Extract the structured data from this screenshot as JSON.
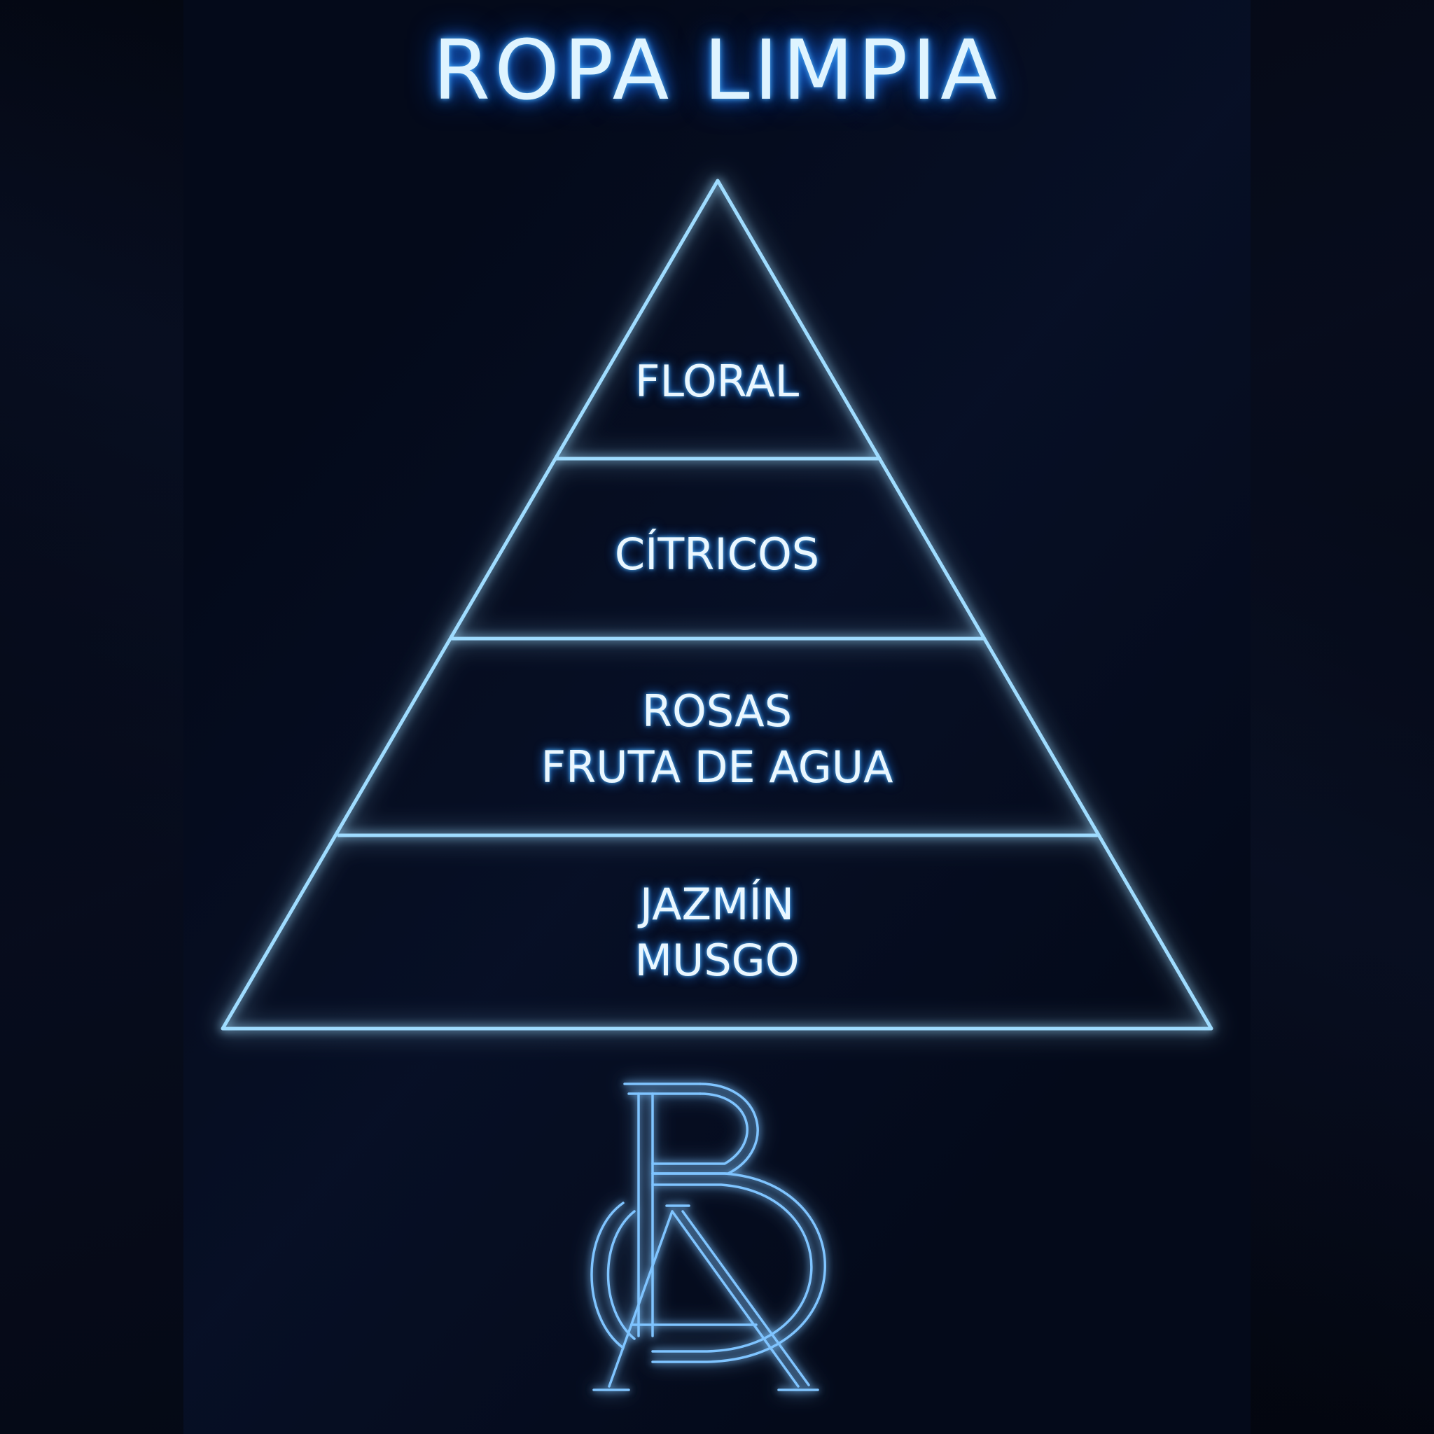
{
  "title": "ROPA LIMPIA",
  "levels": [
    {
      "lines": [
        "FLORAL"
      ]
    },
    {
      "lines": [
        "CÍTRICOS"
      ]
    },
    {
      "lines": [
        "ROSAS",
        "FRUTA DE AGUA"
      ]
    },
    {
      "lines": [
        "JAZMÍN",
        "MUSGO"
      ]
    }
  ],
  "logo": {
    "monogram": "BA"
  },
  "colors": {
    "background": "#03060f",
    "glow": "#1e7dff",
    "line": "#8fd4ff",
    "text": "#eaf7ff"
  }
}
